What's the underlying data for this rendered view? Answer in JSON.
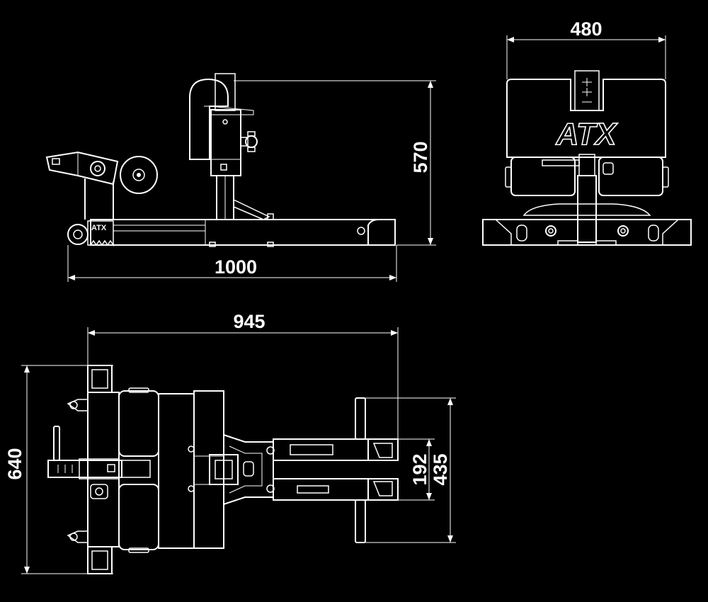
{
  "dimensions": {
    "side_height": "570",
    "side_length": "1000",
    "front_width": "480",
    "top_length": "945",
    "top_width": "640",
    "top_inner_width": "192",
    "top_outer_width": "435"
  },
  "brand": {
    "logo_front": "ATX",
    "logo_side": "ATX"
  },
  "colors": {
    "background": "#000000",
    "lines": "#ffffff"
  }
}
